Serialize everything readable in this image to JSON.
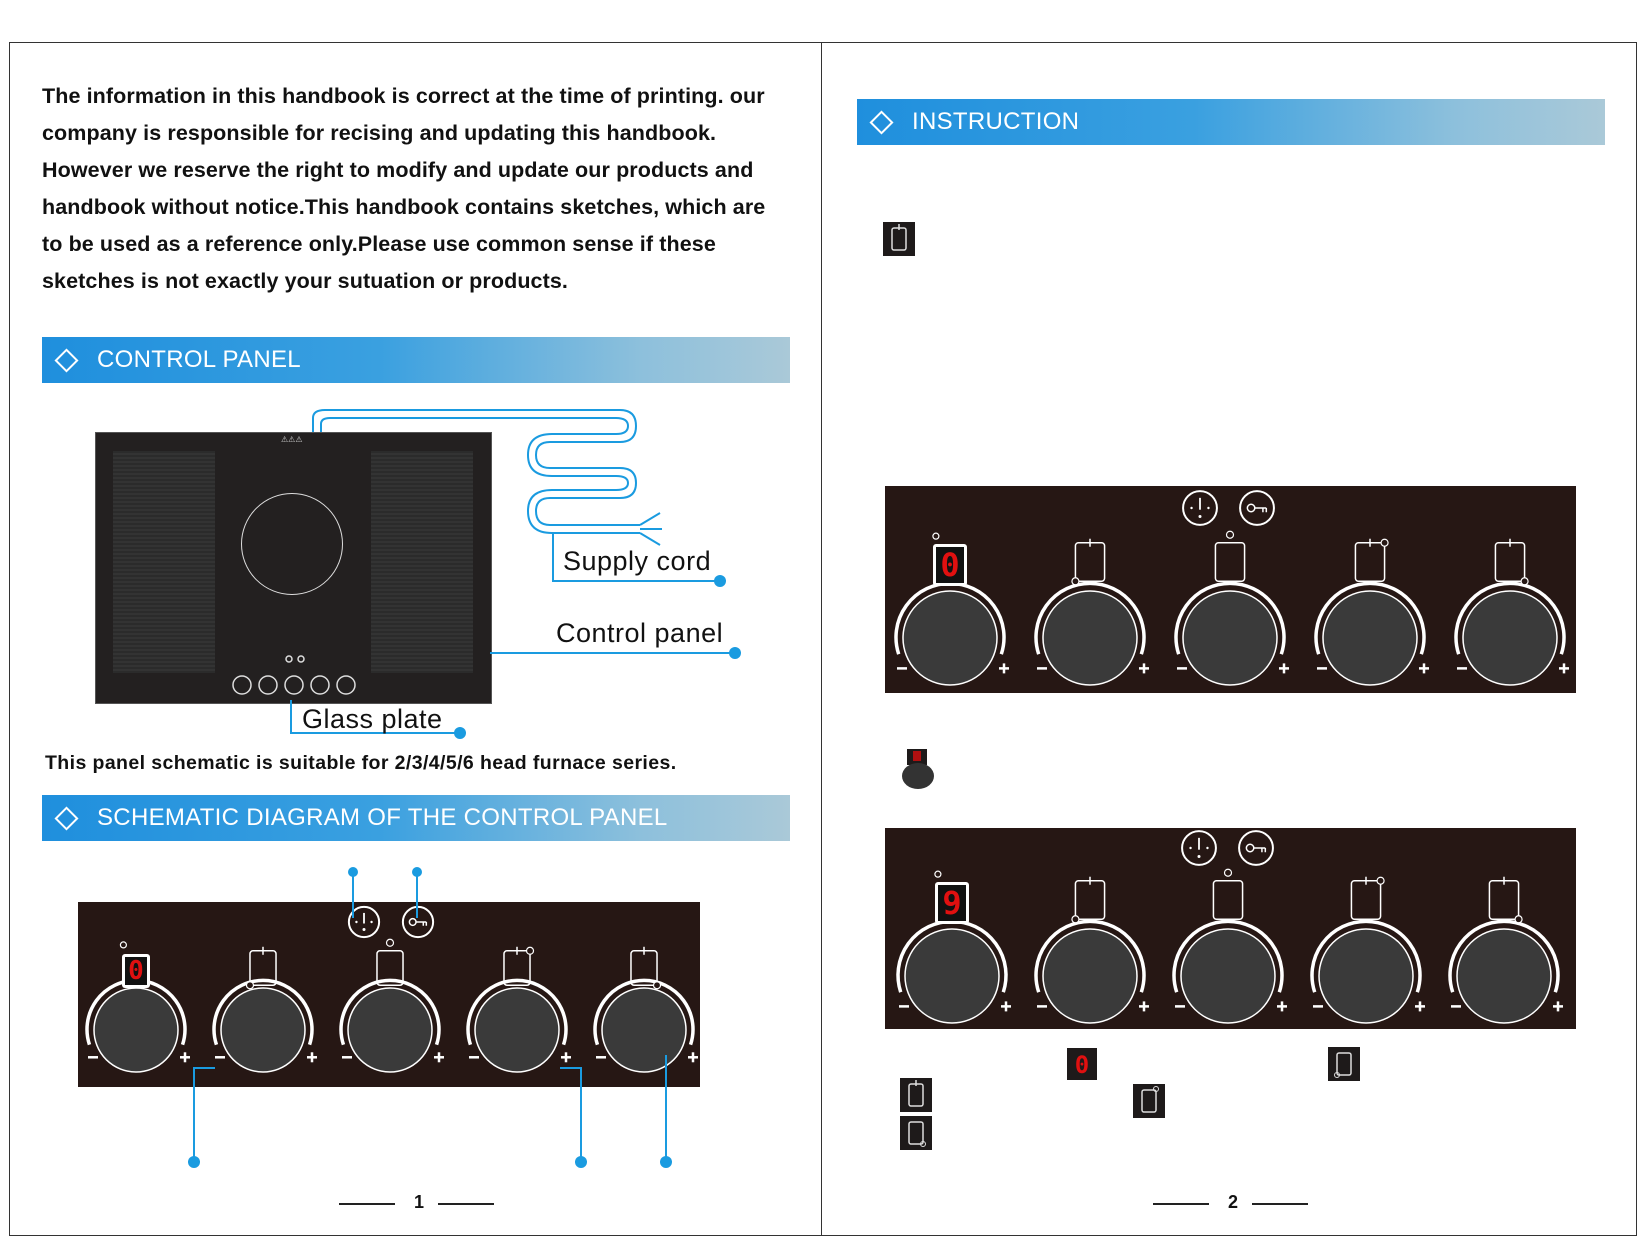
{
  "page_left": {
    "intro_lines": [
      "The information in this handbook is correct at the time of printing. our",
      "company is responsible for recising and updating this handbook.",
      "However we reserve the right to modify and update our products and",
      "handbook without notice.This handbook contains sketches, which are",
      "to be used as a reference only.Please use common sense if these",
      "sketches is not exactly your sutuation or products."
    ],
    "control_panel_heading": "CONTROL PANEL",
    "labels": {
      "supply_cord": "Supply  cord",
      "control_panel": "Control panel",
      "glass_plate": "Glass plate"
    },
    "caption": "This panel schematic is suitable for 2/3/4/5/6 head furnace series.",
    "schematic_heading": "SCHEMATIC DIAGRAM OF THE CONTROL PANEL",
    "display_digit": "0",
    "page_number": "1"
  },
  "page_right": {
    "instruction_heading": "INSTRUCTION",
    "panel1_digit": "0",
    "panel2_digit": "9",
    "mini_digit": "0",
    "page_number": "2"
  },
  "colors": {
    "banner_start": "#1f8fdd",
    "banner_end": "#aac9d8",
    "panel_bg": "#261714",
    "cord_blue": "#1a9be0",
    "display_red": "#e01010"
  },
  "icons": [
    "timer-icon",
    "key-lock-icon",
    "minus-icon",
    "plus-icon",
    "zone-indicator-icon"
  ]
}
